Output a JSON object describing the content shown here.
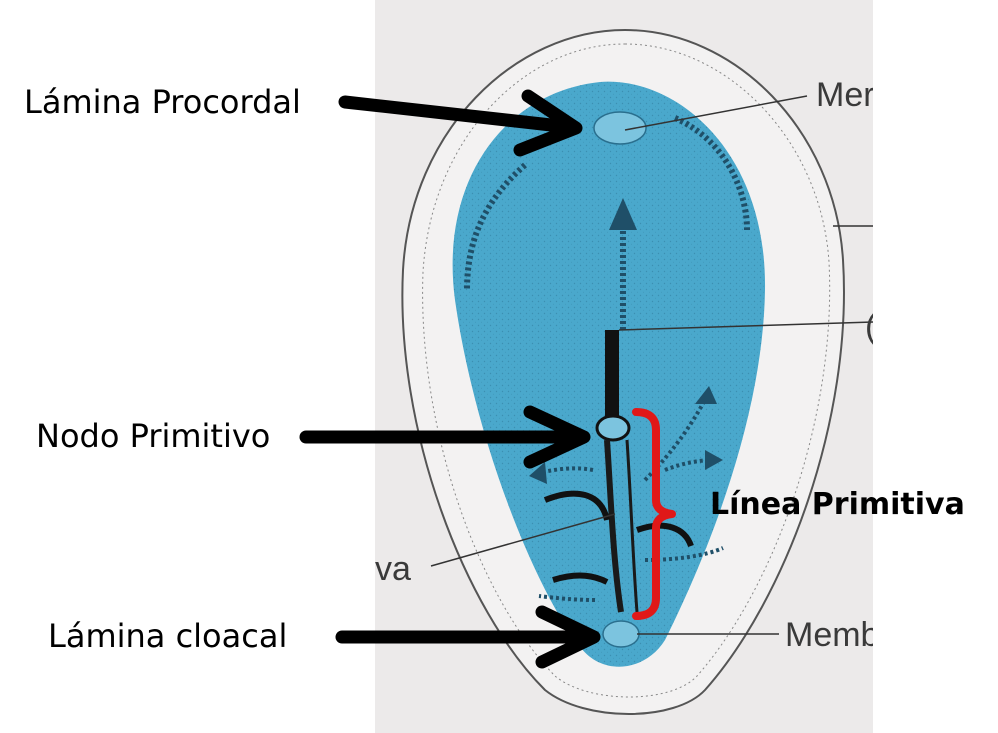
{
  "labels": {
    "lamina_procordal": "Lámina Procordal",
    "nodo_primitivo": "Nodo Primitivo",
    "linea_primitiva": "Línea Primitiva",
    "lamina_cloacal": "Lámina cloacal"
  },
  "cropped_text": {
    "top_right": "Mer",
    "mid_right": "(",
    "left_va": "va",
    "bottom_right": "Memb"
  },
  "colors": {
    "embryo_blue": "#4aa8cc",
    "bracket_red": "#e01818",
    "arrow_black": "#000000",
    "paper": "#eceaea"
  }
}
